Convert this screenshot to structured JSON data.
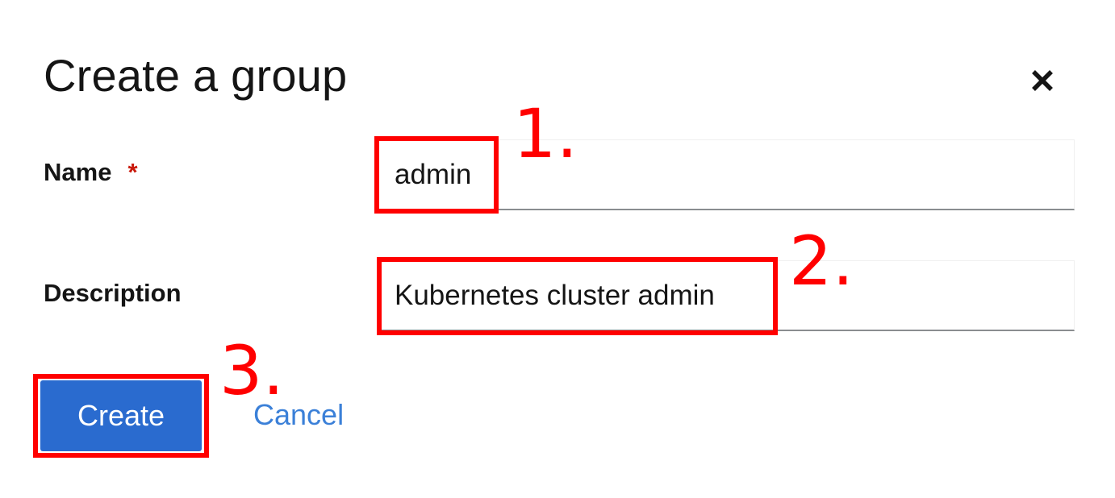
{
  "dialog": {
    "title": "Create a group",
    "close_icon": "close-icon"
  },
  "form": {
    "name": {
      "label": "Name",
      "required_marker": "*",
      "value": "admin"
    },
    "description": {
      "label": "Description",
      "value": "Kubernetes cluster admin"
    }
  },
  "actions": {
    "create_label": "Create",
    "cancel_label": "Cancel"
  },
  "annotations": [
    {
      "number": "1.",
      "target": "name-input"
    },
    {
      "number": "2.",
      "target": "description-input"
    },
    {
      "number": "3.",
      "target": "create-button"
    }
  ],
  "colors": {
    "primary": "#2a6bcf",
    "link": "#3b80d8",
    "required": "#c9190b",
    "annotation": "#ff0000",
    "text": "#151515"
  }
}
